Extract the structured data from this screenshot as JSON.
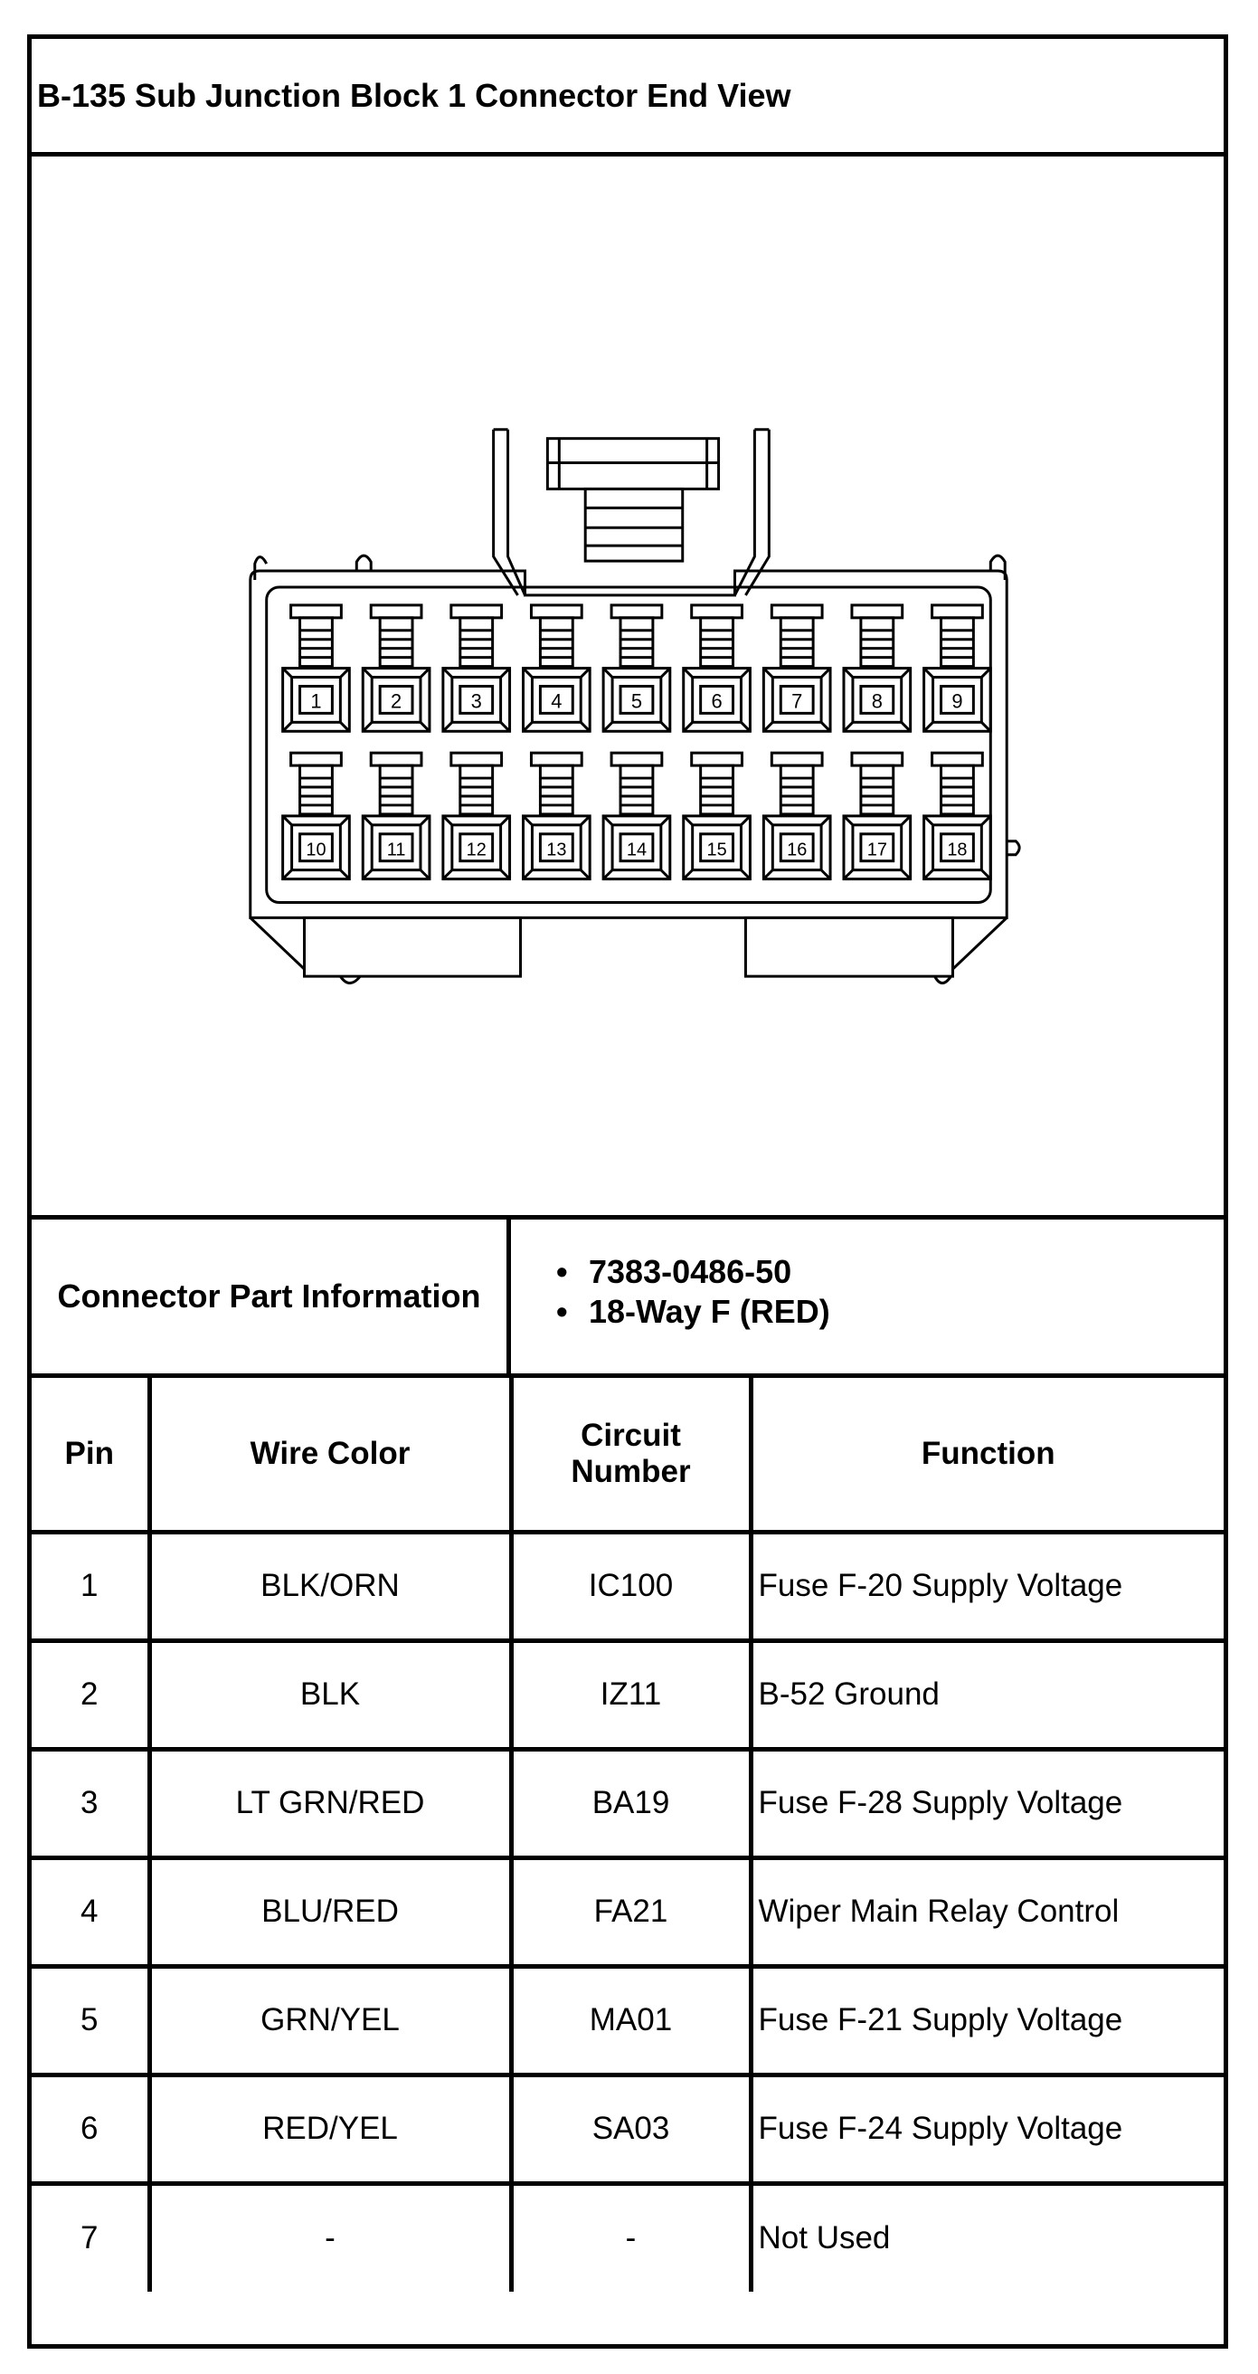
{
  "title": "B-135 Sub Junction Block 1 Connector End View",
  "connector_info": {
    "label": "Connector Part Information",
    "items": [
      "7383-0486-50",
      "18-Way F (RED)"
    ]
  },
  "terminal_numbers": [
    "1",
    "2",
    "3",
    "4",
    "5",
    "6",
    "7",
    "8",
    "9",
    "10",
    "11",
    "12",
    "13",
    "14",
    "15",
    "16",
    "17",
    "18"
  ],
  "table": {
    "headers": {
      "pin": "Pin",
      "wire_color": "Wire Color",
      "circuit_line1": "Circuit",
      "circuit_line2": "Number",
      "function": "Function"
    },
    "rows": [
      {
        "pin": "1",
        "wire_color": "BLK/ORN",
        "circuit": "IC100",
        "function": "Fuse F-20 Supply Voltage"
      },
      {
        "pin": "2",
        "wire_color": "BLK",
        "circuit": "IZ11",
        "function": "B-52 Ground"
      },
      {
        "pin": "3",
        "wire_color": "LT GRN/RED",
        "circuit": "BA19",
        "function": "Fuse F-28 Supply Voltage"
      },
      {
        "pin": "4",
        "wire_color": "BLU/RED",
        "circuit": "FA21",
        "function": "Wiper Main Relay Control"
      },
      {
        "pin": "5",
        "wire_color": "GRN/YEL",
        "circuit": "MA01",
        "function": "Fuse F-21 Supply Voltage"
      },
      {
        "pin": "6",
        "wire_color": "RED/YEL",
        "circuit": "SA03",
        "function": "Fuse F-24 Supply Voltage"
      },
      {
        "pin": "7",
        "wire_color": "-",
        "circuit": "-",
        "function": "Not Used"
      }
    ]
  }
}
